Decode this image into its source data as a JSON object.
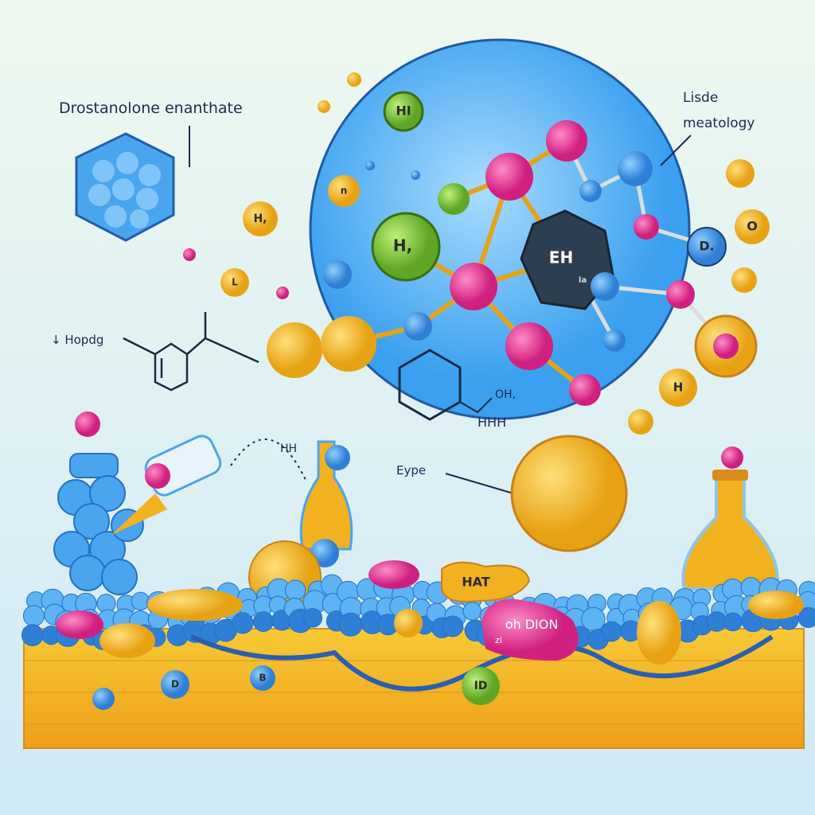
{
  "title": "Drostanolone enanthate",
  "callout_top_right": [
    "Lisde",
    "meatology"
  ],
  "callout_left": "↓ Hopdg",
  "callout_eype": "Eype",
  "center_atom": {
    "label": "EH",
    "sub": "la"
  },
  "atoms": {
    "hi": "HI",
    "h1": "H,",
    "h2": "H,",
    "n": "n",
    "l": "L",
    "d": "D.",
    "o": "O",
    "h": "H",
    "id": "ID",
    "b": "B",
    "dd": "D"
  },
  "formula": {
    "oh": "OH,",
    "hhh": "HHH",
    "hh": "HH"
  },
  "blobs": {
    "hat": "HAT",
    "dion": "oh DION",
    "zi": "zi"
  },
  "colors": {
    "blue": "#3b8de0",
    "pink": "#e0338f",
    "orange": "#f2b11f",
    "green": "#7cc134",
    "navy": "#2c3e50",
    "bg": "#eef8ef"
  }
}
